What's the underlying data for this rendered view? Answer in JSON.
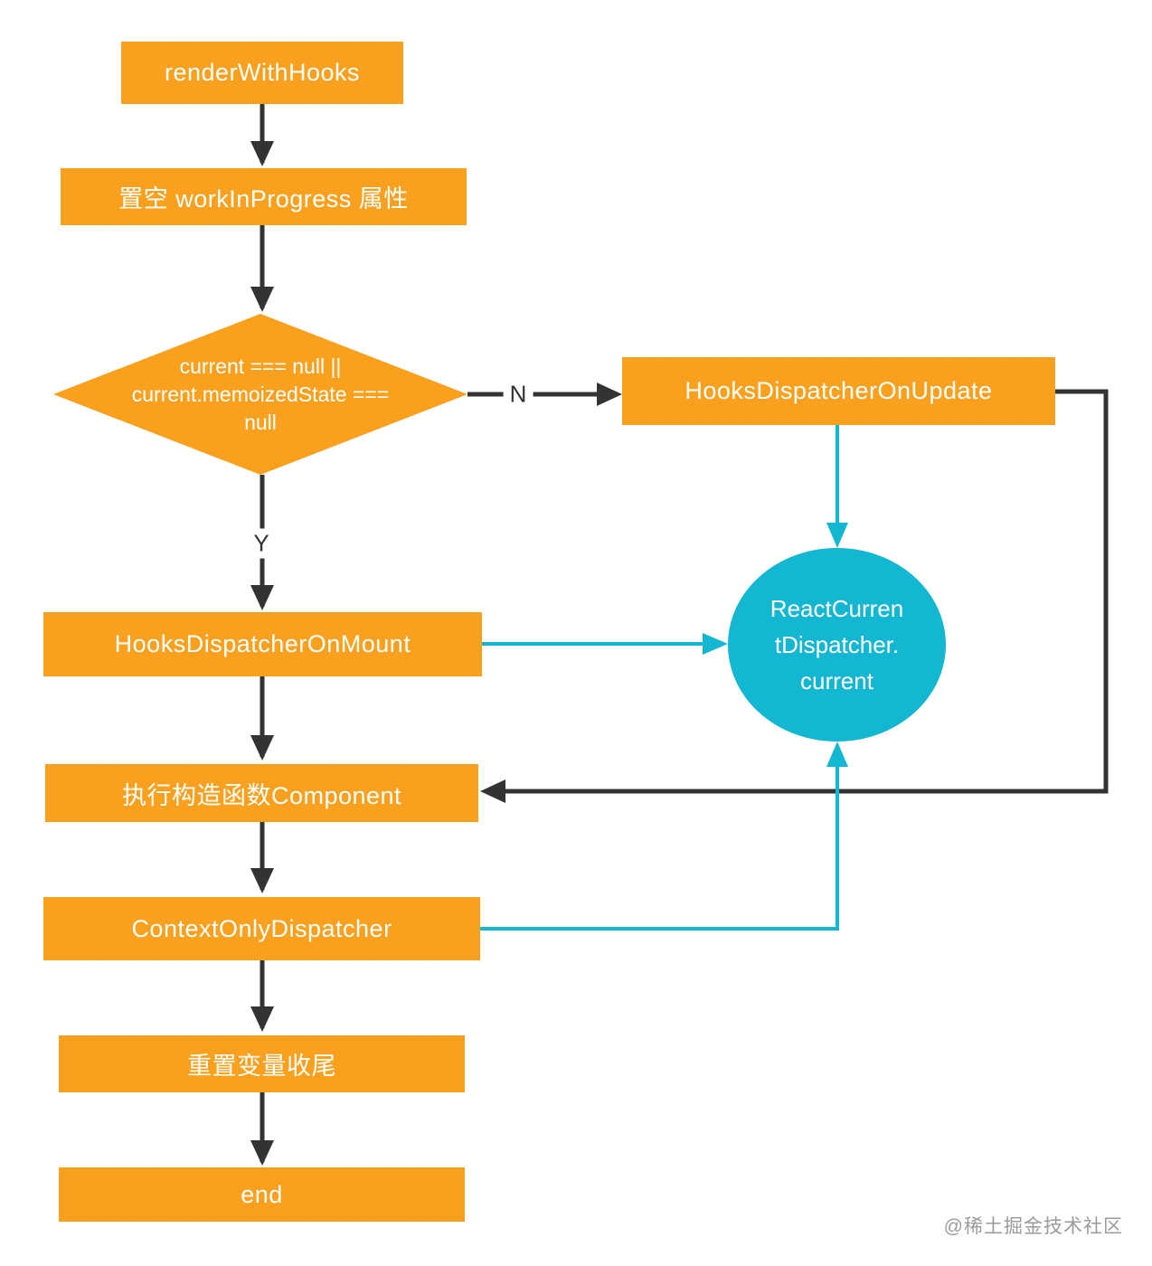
{
  "colors": {
    "node-orange": "#F9A11E",
    "node-cyan": "#14B7D2",
    "edge-dark": "#333333",
    "edge-cyan": "#14B7D2",
    "text-light": "#FFFFFF",
    "label-dark": "#333333",
    "watermark-gray": "#9B9B9B",
    "background": "#FFFFFF"
  },
  "nodes": {
    "start": {
      "label": "renderWithHooks"
    },
    "clear_work_in_progress": {
      "label": "置空 workInProgress 属性"
    },
    "condition": {
      "line1": "current === null ||",
      "line2": "current.memoizedState ===",
      "line3": "null"
    },
    "hooks_dispatcher_on_update": {
      "label": "HooksDispatcherOnUpdate"
    },
    "hooks_dispatcher_on_mount": {
      "label": "HooksDispatcherOnMount"
    },
    "react_current_dispatcher": {
      "line1": "ReactCurren",
      "line2": "tDispatcher.",
      "line3": "current"
    },
    "run_component": {
      "label": "执行构造函数Component"
    },
    "context_only_dispatcher": {
      "label": "ContextOnlyDispatcher"
    },
    "reset_variables": {
      "label": "重置变量收尾"
    },
    "end": {
      "label": "end"
    }
  },
  "edge_labels": {
    "no": "N",
    "yes": "Y"
  },
  "watermark": "@稀土掘金技术社区"
}
